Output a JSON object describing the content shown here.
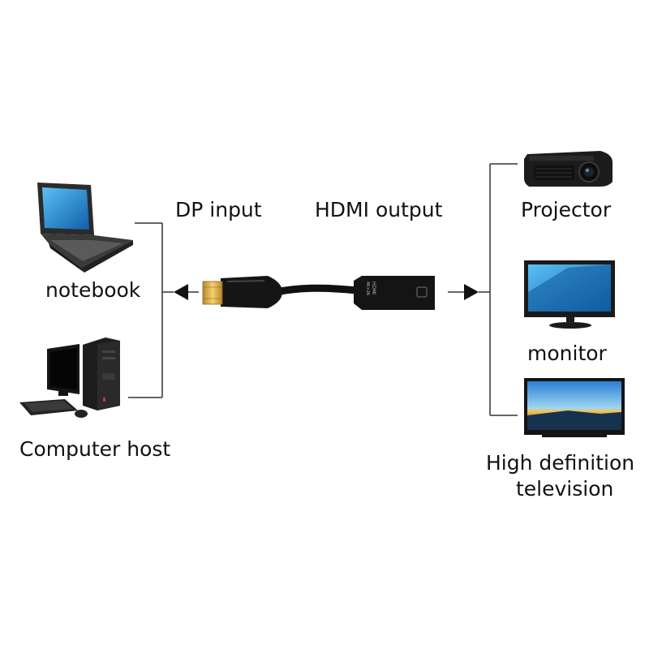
{
  "labels": {
    "dp_input": "DP input",
    "hdmi_output": "HDMI output",
    "notebook": "notebook",
    "computer_host": "Computer host",
    "projector": "Projector",
    "monitor": "monitor",
    "hdtv_line1": "High definition",
    "hdtv_line2": "television"
  },
  "adapter_print": {
    "line1": "HDMI",
    "line2": "4K×2K"
  },
  "icons": {
    "notebook": "laptop-icon",
    "computer": "desktop-computer-icon",
    "projector": "projector-icon",
    "monitor": "monitor-icon",
    "tv": "television-icon",
    "cable": "dp-to-hdmi-adapter-cable"
  },
  "colors": {
    "connector_line": "#333333",
    "arrow": "#111111",
    "device_body": "#1a1a1a",
    "screen_blue": "#1e90d8",
    "gold_contacts": "#e3b23c"
  }
}
